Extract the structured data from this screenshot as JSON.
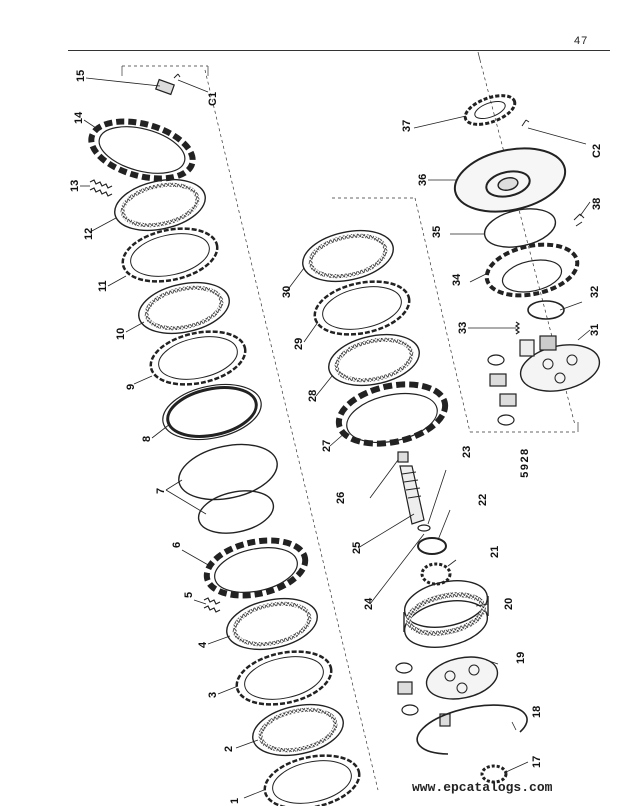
{
  "page": {
    "number": "47",
    "figure_number": "5928",
    "watermark": "www.epcatalogs.com"
  },
  "callouts": [
    {
      "text": "1"
    },
    {
      "text": "2"
    },
    {
      "text": "3"
    },
    {
      "text": "4"
    },
    {
      "text": "5"
    },
    {
      "text": "6"
    },
    {
      "text": "7"
    },
    {
      "text": "8"
    },
    {
      "text": "9"
    },
    {
      "text": "10"
    },
    {
      "text": "11"
    },
    {
      "text": "12"
    },
    {
      "text": "13"
    },
    {
      "text": "14"
    },
    {
      "text": "15"
    },
    {
      "text": "C1"
    },
    {
      "text": "17"
    },
    {
      "text": "18"
    },
    {
      "text": "19"
    },
    {
      "text": "20"
    },
    {
      "text": "21"
    },
    {
      "text": "22"
    },
    {
      "text": "23"
    },
    {
      "text": "24"
    },
    {
      "text": "25"
    },
    {
      "text": "26"
    },
    {
      "text": "27"
    },
    {
      "text": "28"
    },
    {
      "text": "29"
    },
    {
      "text": "30"
    },
    {
      "text": "31"
    },
    {
      "text": "32"
    },
    {
      "text": "33"
    },
    {
      "text": "34"
    },
    {
      "text": "35"
    },
    {
      "text": "36"
    },
    {
      "text": "37"
    },
    {
      "text": "38"
    },
    {
      "text": "C2"
    }
  ]
}
